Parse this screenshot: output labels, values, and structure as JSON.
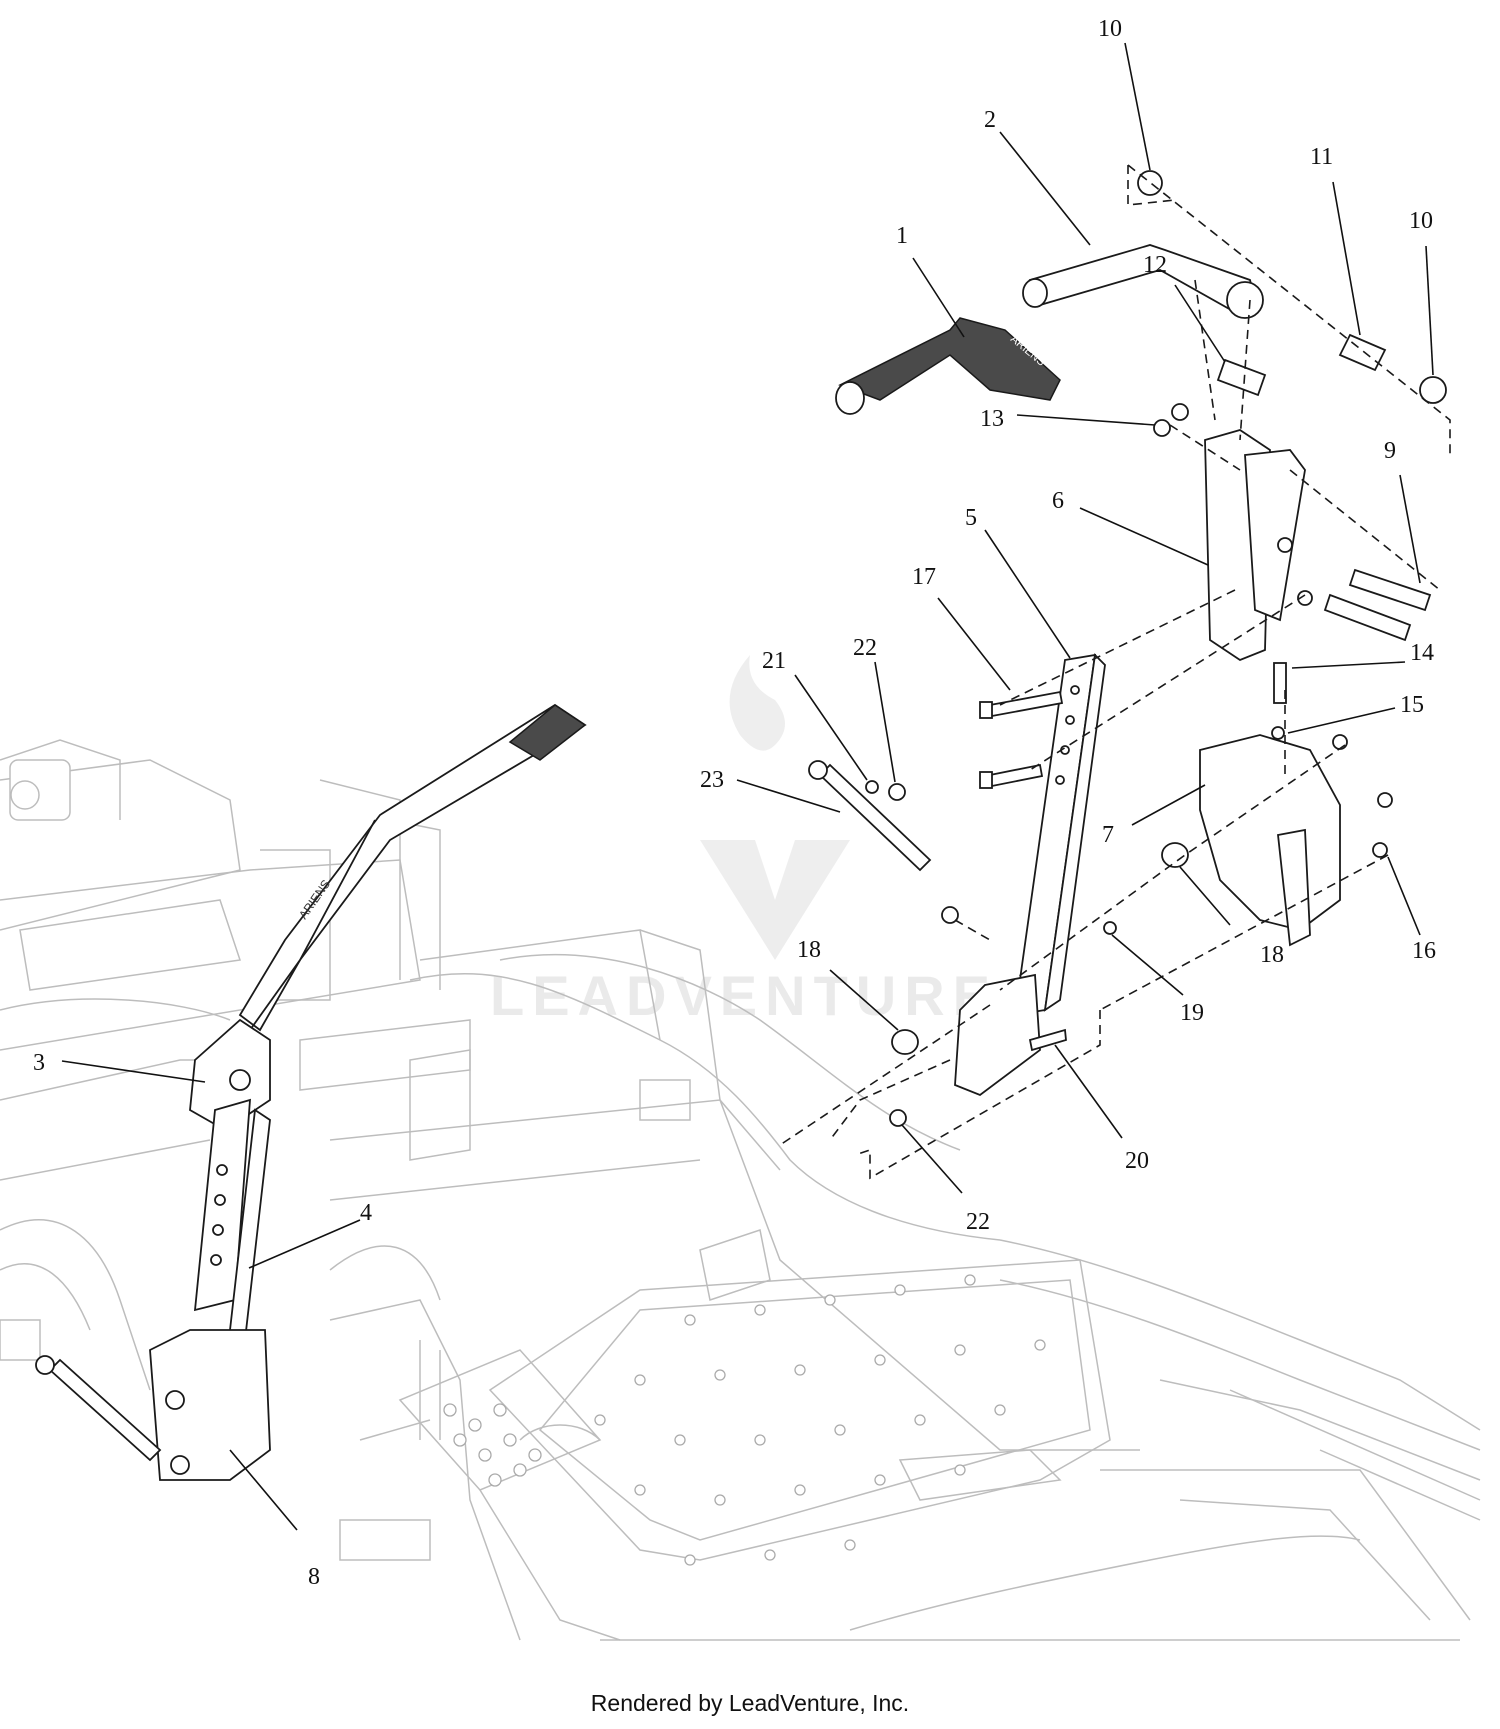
{
  "diagram": {
    "callouts": [
      {
        "label": "1"
      },
      {
        "label": "2"
      },
      {
        "label": "3"
      },
      {
        "label": "4"
      },
      {
        "label": "5"
      },
      {
        "label": "6"
      },
      {
        "label": "7"
      },
      {
        "label": "8"
      },
      {
        "label": "9"
      },
      {
        "label": "10"
      },
      {
        "label": "10"
      },
      {
        "label": "11"
      },
      {
        "label": "12"
      },
      {
        "label": "13"
      },
      {
        "label": "14"
      },
      {
        "label": "15"
      },
      {
        "label": "16"
      },
      {
        "label": "17"
      },
      {
        "label": "18"
      },
      {
        "label": "18"
      },
      {
        "label": "19"
      },
      {
        "label": "20"
      },
      {
        "label": "21"
      },
      {
        "label": "22"
      },
      {
        "label": "22"
      },
      {
        "label": "23"
      }
    ],
    "handle_brand_text": "ARIENS",
    "watermark_text": "LEADVENTURE"
  },
  "footer": {
    "text": "Rendered by LeadVenture, Inc."
  }
}
